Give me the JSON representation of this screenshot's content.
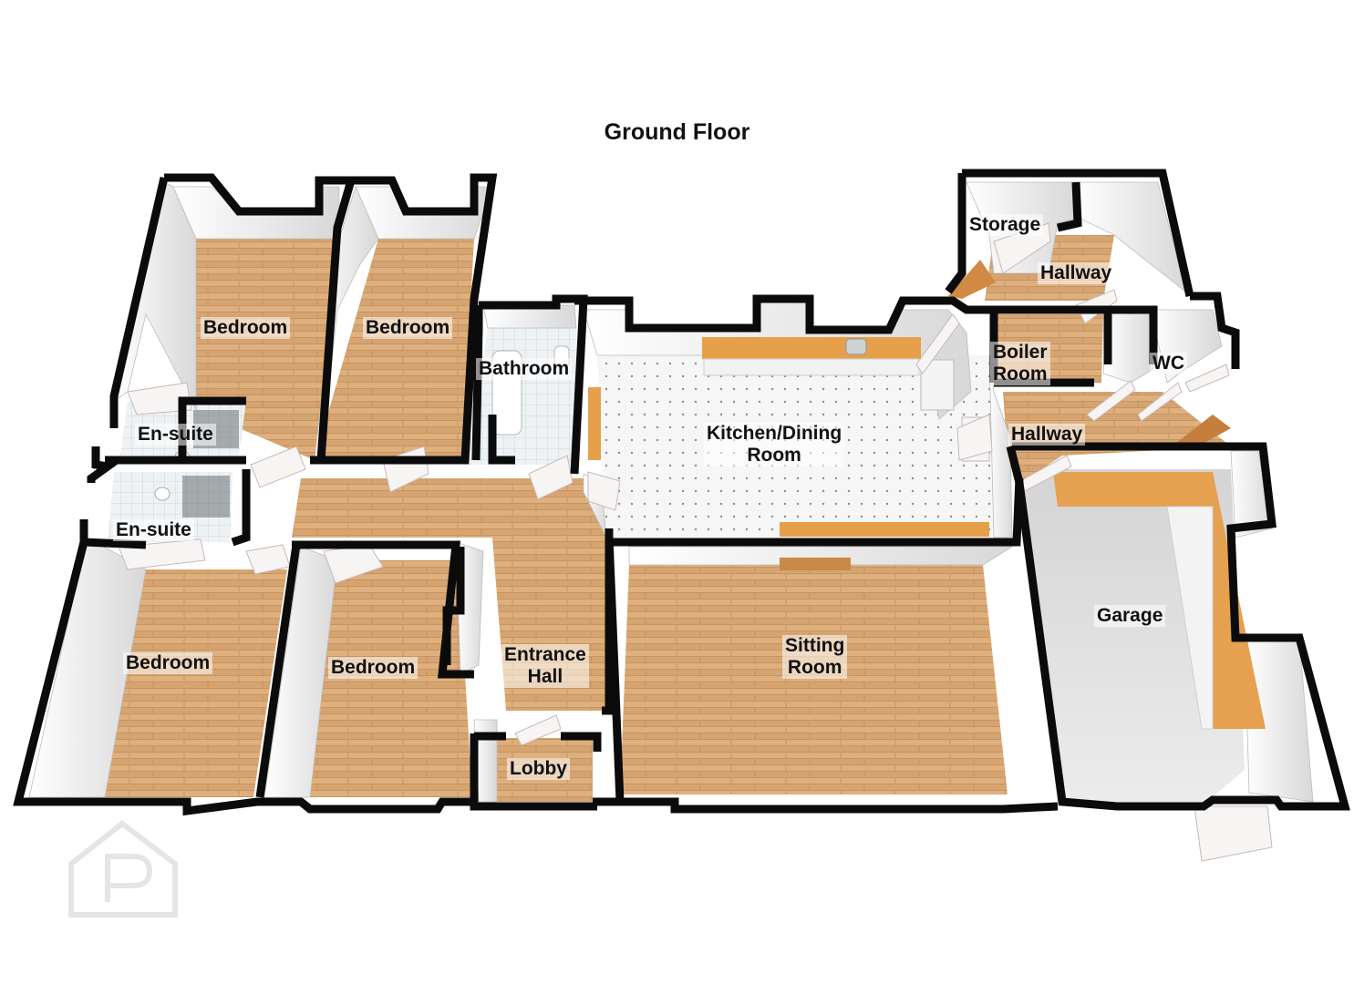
{
  "title": "Ground Floor",
  "colors": {
    "wall": "#0b0b0b",
    "wood_floor": "#d9a772",
    "tile_floor": "#f4f4f4",
    "garage_floor": "#dcdcdc",
    "worktop": "#e8a54b",
    "inner_wall": "#e6e6e6"
  },
  "rooms": [
    {
      "key": "bedroom_1",
      "lines": [
        "Bedroom"
      ]
    },
    {
      "key": "bedroom_2",
      "lines": [
        "Bedroom"
      ]
    },
    {
      "key": "bathroom",
      "lines": [
        "Bathroom"
      ]
    },
    {
      "key": "en_suite_1",
      "lines": [
        "En-suite"
      ]
    },
    {
      "key": "en_suite_2",
      "lines": [
        "En-suite"
      ]
    },
    {
      "key": "bedroom_3",
      "lines": [
        "Bedroom"
      ]
    },
    {
      "key": "bedroom_4",
      "lines": [
        "Bedroom"
      ]
    },
    {
      "key": "entrance_hall",
      "lines": [
        "Entrance",
        "Hall"
      ]
    },
    {
      "key": "lobby",
      "lines": [
        "Lobby"
      ]
    },
    {
      "key": "kitchen_dining",
      "lines": [
        "Kitchen/Dining",
        "Room"
      ]
    },
    {
      "key": "sitting_room",
      "lines": [
        "Sitting",
        "Room"
      ]
    },
    {
      "key": "storage",
      "lines": [
        "Storage"
      ]
    },
    {
      "key": "hallway_top",
      "lines": [
        "Hallway"
      ]
    },
    {
      "key": "boiler_room",
      "lines": [
        "Boiler",
        "Room"
      ]
    },
    {
      "key": "wc",
      "lines": [
        "WC"
      ]
    },
    {
      "key": "hallway_mid",
      "lines": [
        "Hallway"
      ]
    },
    {
      "key": "garage",
      "lines": [
        "Garage"
      ]
    }
  ],
  "watermark_icon": "house-p-logo-icon"
}
